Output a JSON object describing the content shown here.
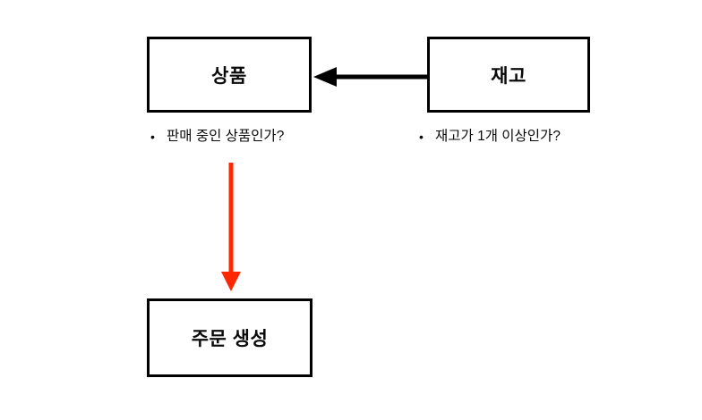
{
  "diagram": {
    "bullet_char": "•",
    "nodes": {
      "product": {
        "label": "상품"
      },
      "stock": {
        "label": "재고"
      },
      "order": {
        "label": "주문 생성"
      }
    },
    "annotations": {
      "product_question": "판매 중인 상품인가?",
      "stock_question": "재고가 1개 이상인가?"
    },
    "colors": {
      "background": "#ffffff",
      "box_border": "#000000",
      "arrow_black": "#000000",
      "arrow_red": "#ff2600"
    }
  }
}
